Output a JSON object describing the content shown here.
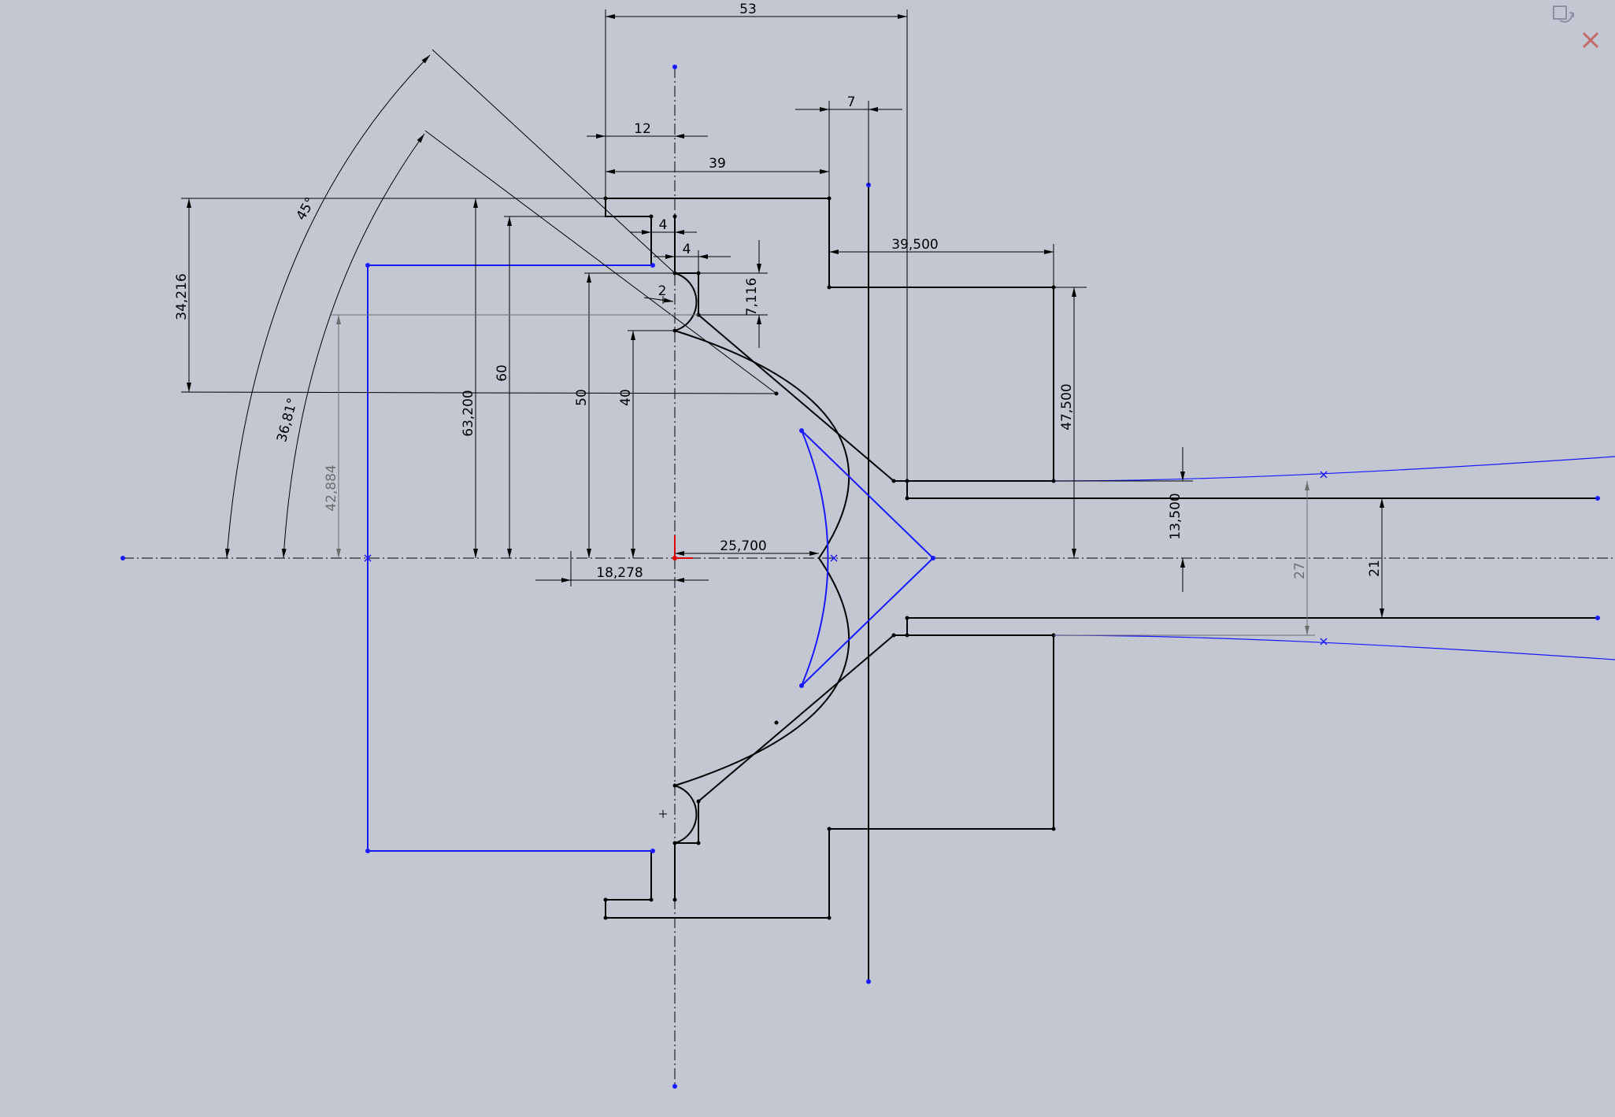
{
  "colors": {
    "background": "#c3c7d2",
    "geometry": "#000000",
    "construction": "#1a1aff",
    "reference_dim": "#6e6e6e",
    "origin": "#e00000"
  },
  "dimensions": {
    "d53": "53",
    "d7": "7",
    "d12": "12",
    "d39": "39",
    "d4a": "4",
    "d4b": "4",
    "d2": "2",
    "d39_500": "39,500",
    "d7_116": "7,116",
    "d34_216": "34,216",
    "d45deg": "45°",
    "d36_81deg": "36,81°",
    "d42_884": "42,884",
    "d63_200": "63,200",
    "d60": "60",
    "d50": "50",
    "d40": "40",
    "d47_500": "47,500",
    "d25_700": "25,700",
    "d18_278": "18,278",
    "d13_500": "13,500",
    "d27": "27",
    "d21": "21"
  },
  "icons": {
    "rebuild": "rebuild-icon",
    "exit": "exit-sketch-icon"
  }
}
